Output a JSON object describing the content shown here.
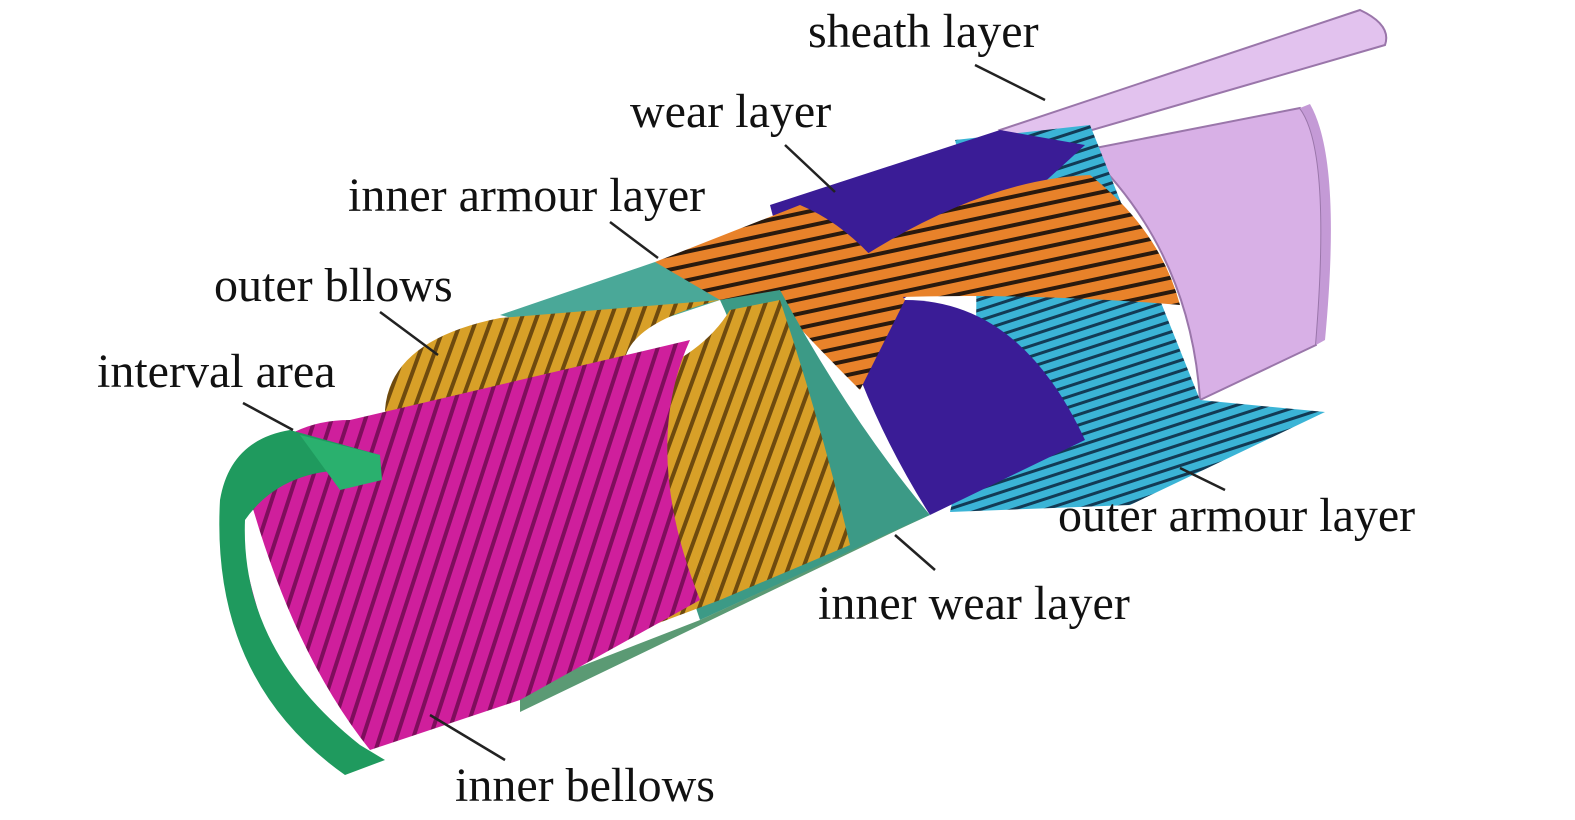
{
  "labels": {
    "sheath_layer": "sheath layer",
    "wear_layer": "wear layer",
    "inner_armour_layer": "inner armour layer",
    "outer_bellows": "outer bllows",
    "interval_area": "interval area",
    "outer_armour_layer": "outer armour layer",
    "inner_wear_layer": "inner wear layer",
    "inner_bellows": "inner bellows"
  },
  "colors": {
    "sheath": "#d8b0e6",
    "wear": "#3a1c96",
    "inner_armour": "#e8822a",
    "outer_armour": "#3bb4d6",
    "inner_wear": "#3c9a86",
    "outer_bellows": "#d8a028",
    "inner_bellows": "#cf1f9c",
    "interval_area": "#1f9a5e",
    "leader": "#222222",
    "label_text": "#111111"
  }
}
